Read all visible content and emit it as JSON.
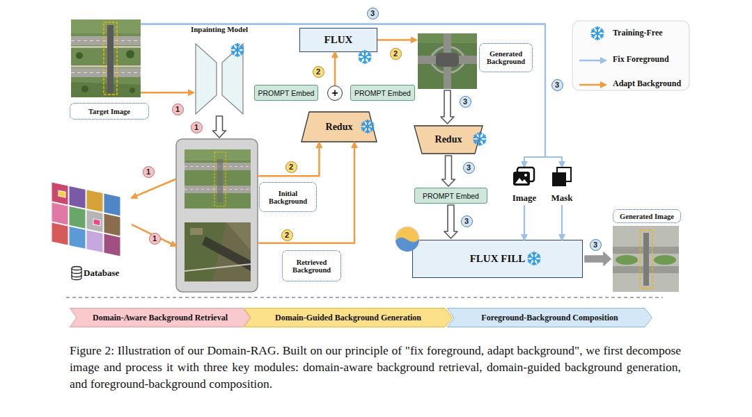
{
  "diagram": {
    "caption": "Figure 2: Illustration of our Domain-RAG. Built on our principle of \"fix foreground, adapt background\", we first decompose image and process it with three key modules: domain-aware background retrieval, domain-guided background generation, and foreground-background composition.",
    "nodes": [
      {
        "text": [
          "Target Image"
        ]
      },
      {
        "text": [
          "Inpainting Model"
        ]
      },
      {
        "text": [
          "FLUX"
        ]
      },
      {
        "text": [
          "PROMPT Embed"
        ]
      },
      {
        "text": [
          "+"
        ]
      },
      {
        "text": [
          "PROMPT Embed"
        ]
      },
      {
        "text": [
          "Redux"
        ]
      },
      {
        "text": [
          "Generated Background"
        ]
      },
      {
        "text": [
          "Redux"
        ]
      },
      {
        "text": [
          "PROMPT Embed"
        ]
      },
      {
        "text": [
          "Image"
        ]
      },
      {
        "text": [
          "Mask"
        ]
      },
      {
        "text": [
          "FLUX FILL"
        ]
      },
      {
        "text": [
          "Generated Image"
        ]
      },
      {
        "text": [
          "Initial Background"
        ]
      },
      {
        "text": [
          "Retrieved Background"
        ]
      },
      {
        "text": [
          "Database"
        ]
      },
      {
        "text": [
          "Domain-Aware Background Retrieval"
        ]
      },
      {
        "text": [
          "Domain-Guided Background Generation"
        ]
      },
      {
        "text": [
          "Foreground-Background Composition"
        ]
      }
    ],
    "edges": [
      {
        "from": 0,
        "to": 1,
        "arrow": "to"
      },
      {
        "from": 1,
        "to": 14,
        "arrow": "to"
      },
      {
        "from": 14,
        "to": 16,
        "arrow": "to"
      },
      {
        "from": 16,
        "to": 15,
        "arrow": "to"
      },
      {
        "from": 14,
        "to": 6,
        "arrow": "to"
      },
      {
        "from": 15,
        "to": 6,
        "arrow": "to"
      },
      {
        "from": 4,
        "to": 2,
        "arrow": "to"
      },
      {
        "from": 2,
        "to": 7,
        "arrow": "to"
      },
      {
        "from": 7,
        "to": 8,
        "arrow": "to"
      },
      {
        "from": 8,
        "to": 9,
        "arrow": "to"
      },
      {
        "from": 9,
        "to": 12,
        "arrow": "to"
      },
      {
        "from": 0,
        "to": 10,
        "arrow": "to"
      },
      {
        "from": 0,
        "to": 11,
        "arrow": "to"
      },
      {
        "from": 10,
        "to": 12,
        "arrow": "to"
      },
      {
        "from": 11,
        "to": 12,
        "arrow": "to"
      },
      {
        "from": 12,
        "to": 13,
        "arrow": "to"
      }
    ],
    "labels": [
      "3",
      "2",
      "2",
      "3",
      "3",
      "1",
      "1",
      "2",
      "3",
      "1",
      "3",
      "2",
      "1",
      "3"
    ],
    "legend": [
      {
        "text": "Training-Free"
      },
      {
        "text": "Fix Foreground"
      },
      {
        "text": "Adapt Background"
      }
    ]
  }
}
